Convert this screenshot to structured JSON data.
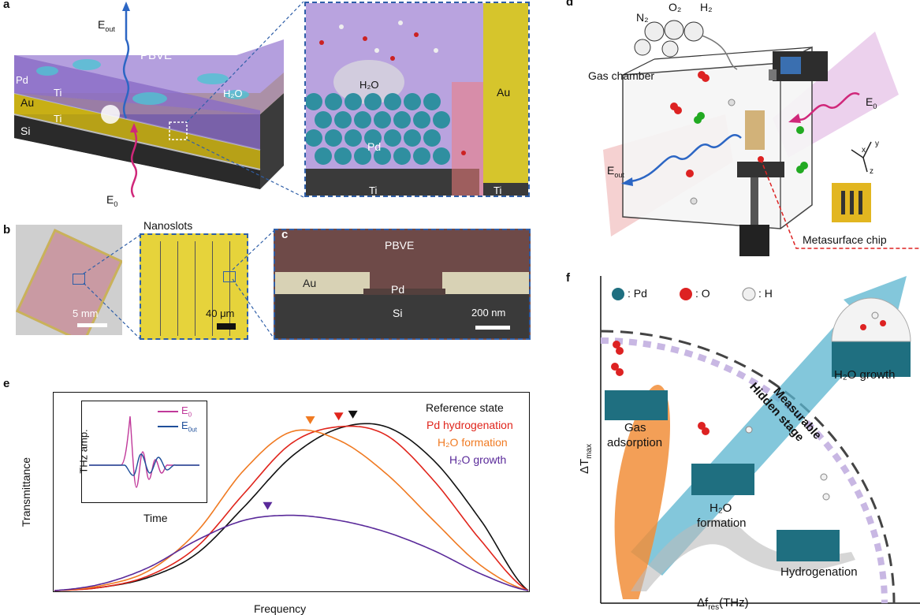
{
  "panels": {
    "a": "a",
    "b": "b",
    "c": "c",
    "d": "d",
    "e": "e",
    "f": "f"
  },
  "panel_a": {
    "e_out": "E",
    "e_out_sub": "out",
    "e0": "E",
    "e0_sub": "0",
    "pbve": "PBVE",
    "pd": "Pd",
    "ti_top": "Ti",
    "au": "Au",
    "ti_bottom": "Ti",
    "si": "Si",
    "h2o": "H₂O",
    "zoom": {
      "h2o": "H₂O",
      "pd": "Pd",
      "ti": "Ti",
      "au": "Au",
      "ti_right": "Ti"
    }
  },
  "panel_b": {
    "nanoslots": "Nanoslots",
    "scale1": "5 mm",
    "scale2": "40 μm"
  },
  "panel_c": {
    "pbve": "PBVE",
    "au": "Au",
    "pd": "Pd",
    "si": "Si",
    "scale": "200 nm"
  },
  "panel_d": {
    "n2": "N₂",
    "o2": "O₂",
    "h2": "H₂",
    "chamber": "Gas chamber",
    "e0": "E",
    "e0_sub": "0",
    "e_out": "E",
    "e_out_sub": "out",
    "x": "x",
    "y": "y",
    "z": "z",
    "chip": "Metasurface chip"
  },
  "panel_e": {
    "ylabel": "Transmittance",
    "xlabel": "Frequency",
    "inset_ylabel": "THz amp.",
    "inset_xlabel": "Time",
    "inset_legend": [
      {
        "name": "E",
        "sub": "0",
        "color": "#c0399a"
      },
      {
        "name": "E",
        "sub": "0ut",
        "color": "#1f4f9a"
      }
    ],
    "legend": [
      {
        "label": "Reference state",
        "color": "#111111"
      },
      {
        "label": "Pd hydrogenation",
        "color": "#e0251c"
      },
      {
        "label": "H₂O formation",
        "color": "#f07a22"
      },
      {
        "label": "H₂O growth",
        "color": "#5a2a9a"
      }
    ]
  },
  "chart_data": {
    "type": "line",
    "title": "",
    "xlabel": "Frequency",
    "ylabel": "Transmittance",
    "x": [
      0,
      0.1,
      0.2,
      0.3,
      0.4,
      0.5,
      0.6,
      0.7,
      0.8,
      0.9,
      1.0
    ],
    "series": [
      {
        "name": "Reference state",
        "values": [
          0,
          0.02,
          0.08,
          0.22,
          0.5,
          0.8,
          0.97,
          0.98,
          0.78,
          0.42,
          0
        ]
      },
      {
        "name": "Pd hydrogenation",
        "values": [
          0,
          0.02,
          0.09,
          0.26,
          0.58,
          0.88,
          0.98,
          0.93,
          0.66,
          0.3,
          0
        ]
      },
      {
        "name": "H₂O formation",
        "values": [
          0,
          0.03,
          0.12,
          0.35,
          0.72,
          0.95,
          0.9,
          0.7,
          0.42,
          0.15,
          0
        ]
      },
      {
        "name": "H₂O growth",
        "values": [
          0,
          0.04,
          0.14,
          0.3,
          0.42,
          0.45,
          0.42,
          0.35,
          0.24,
          0.1,
          0
        ]
      }
    ],
    "markers": [
      {
        "series": "Reference state",
        "x": 0.63
      },
      {
        "series": "Pd hydrogenation",
        "x": 0.6
      },
      {
        "series": "H₂O formation",
        "x": 0.54
      },
      {
        "series": "H₂O growth",
        "x": 0.45
      }
    ]
  },
  "panel_f": {
    "pd": ": Pd",
    "o": ": O",
    "h": ": H",
    "ylabel": "ΔT",
    "ylabel_sub": "max",
    "xlabel": "Δf",
    "xlabel_sub": "res",
    "xlabel_tail": "(THz)",
    "measurable": "Measurable",
    "hidden": "Hidden stage",
    "gas": "Gas",
    "adsorption": "adsorption",
    "h2o_formation_a": "H₂O",
    "h2o_formation_b": "formation",
    "hydrogenation": "Hydrogenation",
    "h2o_growth": "H₂O growth"
  }
}
